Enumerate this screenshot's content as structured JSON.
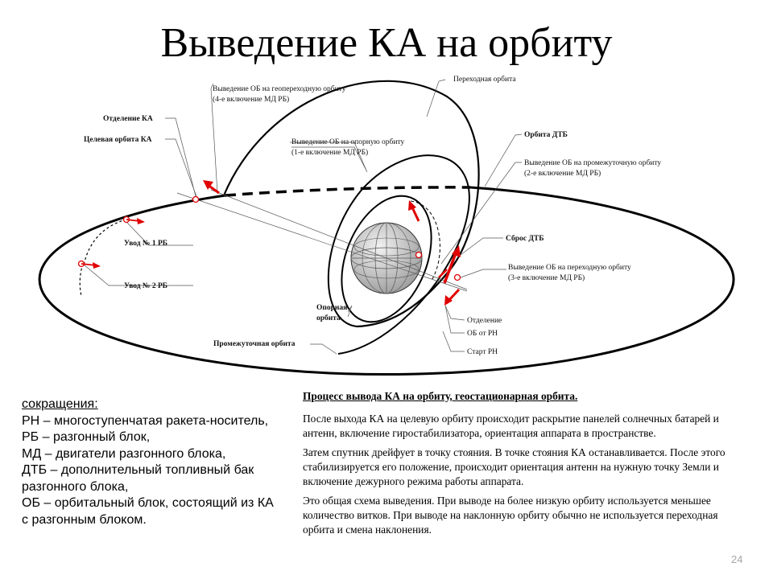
{
  "title": "Выведение КА на орбиту",
  "diagram": {
    "labels": {
      "transfer_orbit": "Переходная орбита",
      "geo_transfer_1": "Выведение ОБ на геопереходную орбиту",
      "geo_transfer_2": "(4-е включение МД РБ)",
      "separation_ka": "Отделение КА",
      "target_orbit": "Целевая орбита КА",
      "ref_orbit_insert_1": "Выведение ОБ на опорную орбиту",
      "ref_orbit_insert_2": "(1-е включение МД РБ)",
      "dtb_orbit": "Орбита ДТБ",
      "interm_insert_1": "Выведение ОБ на промежуточную орбиту",
      "interm_insert_2": "(2-е включение МД РБ)",
      "removal_1": "Увод № 1 РБ",
      "removal_2": "Увод № 2 РБ",
      "dtb_drop": "Сброс ДТБ",
      "trans_insert_1": "Выведение ОБ на переходную орбиту",
      "trans_insert_2": "(3-е включение МД РБ)",
      "ref_orbit_1": "Опорная",
      "ref_orbit_2": "орбита",
      "sep_ob_1": "Отделение",
      "sep_ob_2": "ОБ от РН",
      "interm_orbit": "Промежуточная орбита",
      "launch": "Старт РН"
    }
  },
  "abbreviations": {
    "heading": "сокращения:",
    "items": [
      "РН – многоступенчатая ракета-носитель,",
      "РБ – разгонный блок,",
      "МД – двигатели разгонного блока,",
      "ДТБ – дополнительный топливный бак разгонного блока,",
      "ОБ – орбитальный блок, состоящий из КА с разгонным блоком."
    ]
  },
  "description": {
    "title": "Процесс вывода КА на орбиту, геостационарная орбита.",
    "paragraphs": [
      "После выхода КА на целевую орбиту происходит раскрытие панелей солнечных батарей и антенн, включение гиростабилизатора, ориентация аппарата в пространстве.",
      "Затем спутник дрейфует в точку стояния. В точке стояния КА останавливается. После этого стабилизируется его положение, происходит ориентация антенн на нужную точку Земли и включение дежурного режима работы аппарата.",
      "Это общая схема выведения. При выводе на более низкую орбиту используется меньшее количество витков. При выводе на наклонную орбиту обычно не используется переходная орбита и смена наклонения."
    ]
  },
  "page_number": "24",
  "colors": {
    "accent": "#e00000",
    "earth": "#c8c8c8",
    "line": "#000000",
    "page_number": "#a6a6a6"
  }
}
